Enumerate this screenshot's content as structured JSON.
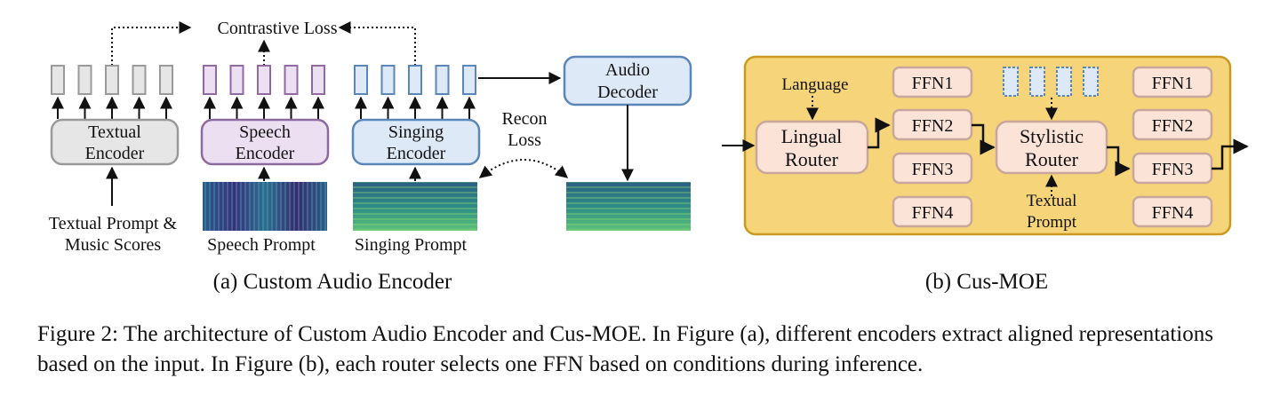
{
  "panel_a": {
    "contrastive_loss": "Contrastive Loss",
    "textual_encoder": [
      "Textual",
      "Encoder"
    ],
    "speech_encoder": [
      "Speech",
      "Encoder"
    ],
    "singing_encoder": [
      "Singing",
      "Encoder"
    ],
    "audio_decoder": [
      "Audio",
      "Decoder"
    ],
    "recon_loss": [
      "Recon",
      "Loss"
    ],
    "textual_input": [
      "Textual Prompt &",
      "Music Scores"
    ],
    "speech_prompt": "Speech Prompt",
    "singing_prompt": "Singing Prompt",
    "subcaption": "(a) Custom Audio Encoder"
  },
  "panel_b": {
    "language": "Language",
    "lingual_router": [
      "Lingual",
      "Router"
    ],
    "stylistic_router": [
      "Stylistic",
      "Router"
    ],
    "textual_prompt": [
      "Textual",
      "Prompt"
    ],
    "ffn_left": [
      "FFN1",
      "FFN2",
      "FFN3",
      "FFN4"
    ],
    "ffn_right": [
      "FFN1",
      "FFN2",
      "FFN3",
      "FFN4"
    ],
    "subcaption": "(b) Cus-MOE"
  },
  "caption": "Figure 2: The architecture of Custom Audio Encoder and Cus-MOE. In Figure (a), different encoders extract aligned representations based on the input. In Figure (b), each router selects one FFN based on conditions during inference.",
  "colors": {
    "textual_fill": "#e6e6e6",
    "textual_stroke": "#9a9a9a",
    "speech_fill": "#ecdff2",
    "speech_stroke": "#8e6aa0",
    "singing_fill": "#dde9f7",
    "singing_stroke": "#5b86b8",
    "moe_panel_fill": "#f6d47a",
    "moe_panel_stroke": "#c99a1e",
    "ffn_fill": "#fbe3d8",
    "ffn_stroke": "#c9a79a",
    "spectrogram_dark": "#1f3f6b",
    "spectrogram_light": "#4fc08d"
  }
}
